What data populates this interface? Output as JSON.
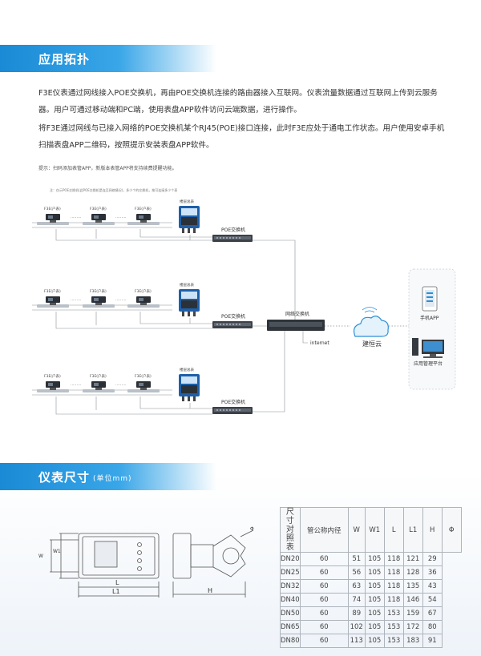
{
  "section1": {
    "title": "应用拓扑"
  },
  "para1": "F3E仪表通过网线接入POE交换机，再由POE交换机连接的路由器接入互联网。仪表流量数据通过互联网上传到云服务器。用户可通过移动端和PC端，使用表盘APP软件访问云端数据，进行操作。",
  "para2": "将F3E通过网线与已接入网络的POE交换机某个RJ45(POE)接口连接，此时F3E应处于通电工作状态。用户使用安卓手机扫描表盘APP二维码，按照提示安装表盘APP软件。",
  "tip": "提示：扫码添加表管APP，新版本表管APP将支持续费提醒功能。",
  "diagram": {
    "note": "注：仅示POE交换机(此POE交换机是连至网络情况)，多少个的交换机，按可连接多少个表",
    "meter_label": "F3E(户表)",
    "dots": "………",
    "controller_label": "楼层总表",
    "poe_label": "POE交换机",
    "network_switch_label": "网络交换机",
    "internet_label": "internet",
    "cloud_label": "建恒云",
    "phone_label": "手机APP",
    "pc_label": "应用管理平台"
  },
  "section2": {
    "title": "仪表尺寸",
    "subtitle": "(单位mm)"
  },
  "drawing": {
    "L": "L",
    "L1": "L1",
    "H": "H",
    "W": "W",
    "W1": "W1",
    "phi": "Φ"
  },
  "table": {
    "side_title": [
      "尺",
      "寸",
      "对",
      "照",
      "表"
    ],
    "headers": [
      "管公称内径",
      "W",
      "W1",
      "L",
      "L1",
      "H",
      "Φ"
    ],
    "rows": [
      [
        "DN20",
        "60",
        "51",
        "105",
        "118",
        "121",
        "29"
      ],
      [
        "DN25",
        "60",
        "56",
        "105",
        "118",
        "128",
        "36"
      ],
      [
        "DN32",
        "60",
        "63",
        "105",
        "118",
        "135",
        "43"
      ],
      [
        "DN40",
        "60",
        "74",
        "105",
        "118",
        "146",
        "54"
      ],
      [
        "DN50",
        "60",
        "89",
        "105",
        "153",
        "159",
        "67"
      ],
      [
        "DN65",
        "60",
        "102",
        "105",
        "153",
        "172",
        "80"
      ],
      [
        "DN80",
        "60",
        "113",
        "105",
        "153",
        "183",
        "91"
      ]
    ]
  }
}
